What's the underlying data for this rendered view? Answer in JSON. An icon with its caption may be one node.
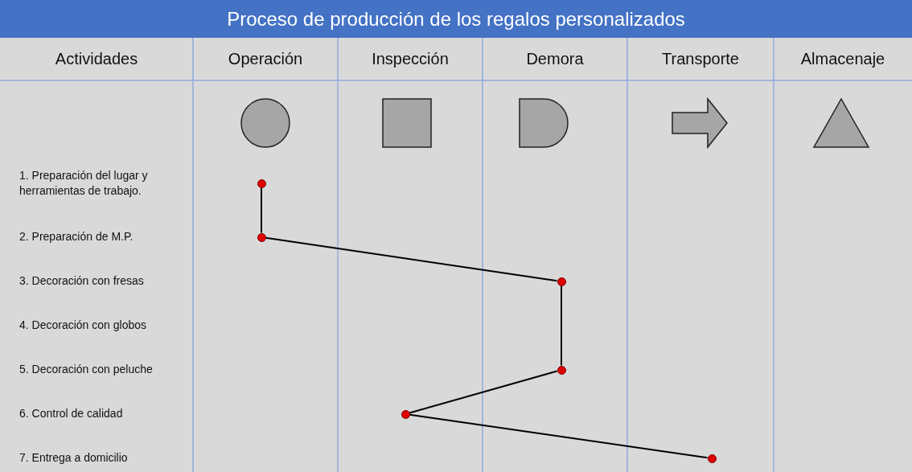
{
  "diagram": {
    "title": "Proceso de producción de los regalos personalizados",
    "nodes": [
      {
        "text": [],
        "shape": "circle"
      },
      {
        "text": [],
        "shape": "circle"
      },
      {
        "text": [],
        "shape": "circle"
      },
      {
        "text": [],
        "shape": "circle"
      },
      {
        "text": [],
        "shape": "circle"
      },
      {
        "text": [],
        "shape": "circle"
      }
    ],
    "edges": [
      {
        "from": 0,
        "to": 1,
        "arrow": "none"
      },
      {
        "from": 1,
        "to": 2,
        "arrow": "none"
      },
      {
        "from": 2,
        "to": 3,
        "arrow": "none"
      },
      {
        "from": 3,
        "to": 4,
        "arrow": "none"
      },
      {
        "from": 4,
        "to": 5,
        "arrow": "none"
      }
    ],
    "labels": [
      "Actividades",
      "Operación",
      "Inspección",
      "Demora",
      "Transporte",
      "Almacenaje",
      "1. Preparación del lugar y herramientas de trabajo.",
      "2. Preparación de M.P.",
      "3. Decoración con fresas",
      "4. Decoración con globos",
      "5. Decoración con peluche",
      "6. Control de calidad",
      "7. Entrega a domicilio"
    ]
  }
}
